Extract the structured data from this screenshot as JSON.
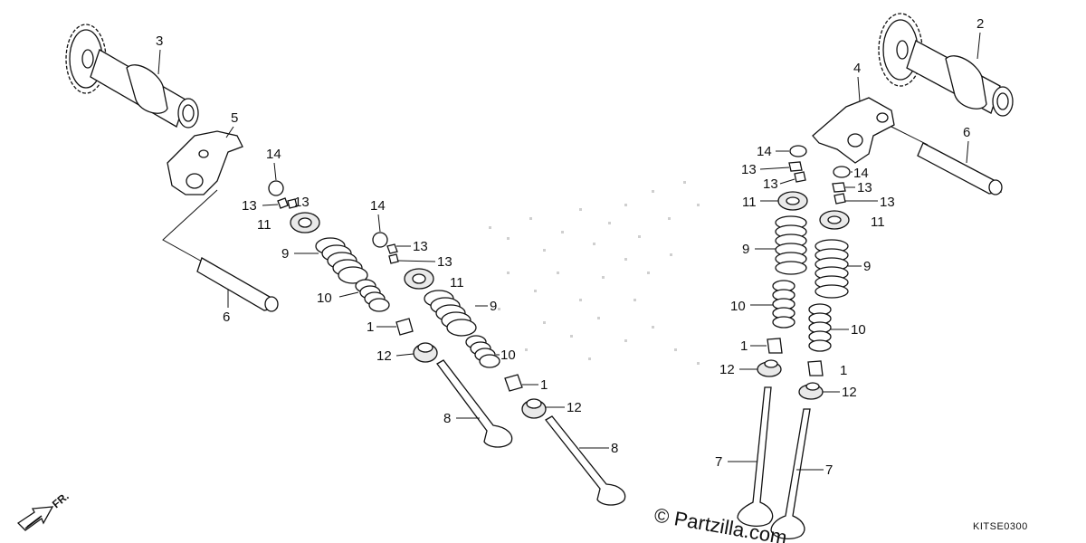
{
  "diagram": {
    "callouts": {
      "camshaft_left": "3",
      "camshaft_right": "2",
      "rocker_left": "5",
      "rocker_right": "4",
      "shaft_left": "6",
      "shaft_right": "6",
      "valve_left_a": "8",
      "valve_left_b": "8",
      "valve_right_a": "7",
      "valve_right_b": "7",
      "outer_spring_1": "9",
      "outer_spring_2": "9",
      "outer_spring_3": "9",
      "outer_spring_4": "9",
      "inner_spring_1": "10",
      "inner_spring_2": "10",
      "inner_spring_3": "10",
      "inner_spring_4": "10",
      "retainer_1": "11",
      "retainer_2": "11",
      "retainer_3": "11",
      "retainer_4": "11",
      "seal_1": "1",
      "seal_2": "1",
      "seal_3": "1",
      "seal_4": "1",
      "seat_1": "12",
      "seat_2": "12",
      "seat_3": "12",
      "seat_4": "12",
      "cap_1": "14",
      "cap_2": "14",
      "cap_3": "14",
      "cap_4": "14",
      "cotter_1a": "13",
      "cotter_1b": "13",
      "cotter_2a": "13",
      "cotter_2b": "13",
      "cotter_3a": "13",
      "cotter_3b": "13",
      "cotter_4a": "13",
      "cotter_4b": "13"
    },
    "direction_label": "FR.",
    "watermark": "© Partzilla.com",
    "code": "KITSE0300"
  }
}
